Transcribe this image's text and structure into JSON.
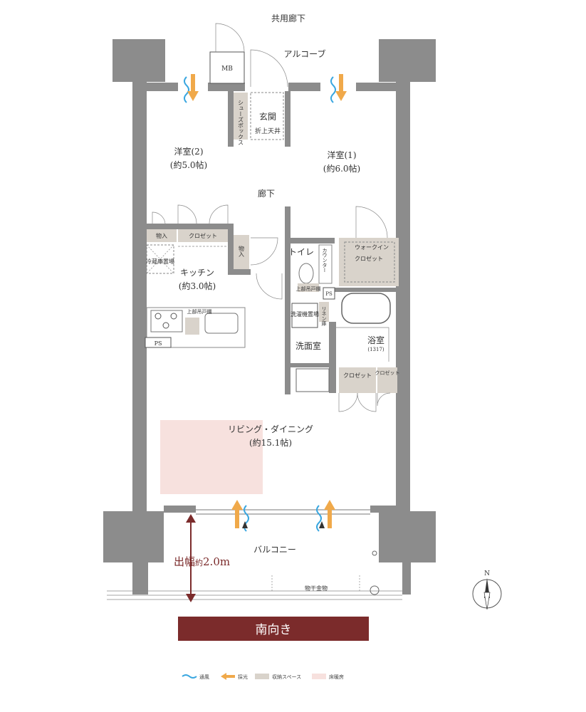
{
  "labels": {
    "common_corridor": "共用廊下",
    "alcove": "アルコーブ",
    "mb": "MB",
    "shoe_box": "シューズボックス",
    "entrance": "玄関",
    "entrance_sub": "折上天井",
    "room2": "洋室(2)",
    "room2_size": "(約5.0帖)",
    "room1": "洋室(1)",
    "room1_size": "(約6.0帖)",
    "hallway": "廊下",
    "storage1": "物入",
    "closet1": "クロゼット",
    "storage2": "物入",
    "toilet": "トイレ",
    "counter": "カウンター",
    "walkin": "ウォークイン",
    "walkin_closet": "クロゼット",
    "fridge": "冷蔵庫置場",
    "kitchen": "キッチン",
    "kitchen_size": "(約3.0帖)",
    "upper_cabinet": "上部吊戸棚",
    "upper_cabinet2": "上部吊戸棚",
    "ps1": "PS",
    "ps2": "PS",
    "washer": "洗濯機置場",
    "linen": "リネン庫",
    "bath": "浴室",
    "bath_size": "(1317)",
    "washroom": "洗面室",
    "closet2": "クロゼット",
    "closet3": "クロゼット",
    "living": "リビング・ダイニング",
    "living_size": "(約15.1帖)",
    "balcony": "バルコニー",
    "depth_main": "出幅",
    "depth_approx": "約",
    "depth_value": "2.0m",
    "drying": "物干金物",
    "north": "N",
    "orientation": "南向き"
  },
  "legend": [
    {
      "name": "ventilation",
      "label": "通風"
    },
    {
      "name": "daylight",
      "label": "採光"
    },
    {
      "name": "storage-space",
      "label": "収納スペース"
    },
    {
      "name": "floor-heating",
      "label": "床暖房"
    }
  ],
  "colors": {
    "wall": "#8c8c8c",
    "storage": "#d9d3cb",
    "floor_heating": "#f7e1de",
    "ventilation": "#3aa7e0",
    "daylight": "#f0a94a",
    "banner": "#7b2b2b",
    "depth_arrow": "#7b2b2b"
  }
}
